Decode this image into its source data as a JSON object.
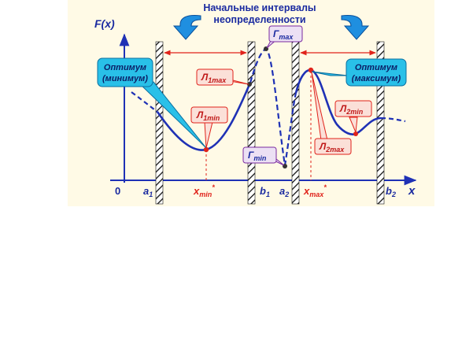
{
  "header": {
    "line1": "Начальные интервалы",
    "line2": "неопределенности"
  },
  "axes": {
    "y_label": "F(x)",
    "x_label": "x",
    "origin": "0"
  },
  "tick_labels": {
    "a1": {
      "main": "a",
      "sub": "1"
    },
    "b1": {
      "main": "b",
      "sub": "1"
    },
    "a2": {
      "main": "a",
      "sub": "2"
    },
    "b2": {
      "main": "b",
      "sub": "2"
    },
    "xmin": {
      "main": "x",
      "sub": "min",
      "sup": "*"
    },
    "xmax": {
      "main": "x",
      "sub": "max",
      "sup": "*"
    }
  },
  "callouts": {
    "opt_min": {
      "line1": "Оптимум",
      "line2": "(минимум)"
    },
    "opt_max": {
      "line1": "Оптимум",
      "line2": "(максимум)"
    },
    "l1max": {
      "main": "Л",
      "sub": "1max"
    },
    "l1min": {
      "main": "Л",
      "sub": "1min"
    },
    "l2max": {
      "main": "Л",
      "sub": "2max"
    },
    "l2min": {
      "main": "Л",
      "sub": "2min"
    },
    "gmax": {
      "main": "Г",
      "sub": "max"
    },
    "gmin": {
      "main": "Г",
      "sub": "min"
    }
  },
  "colors": {
    "background": "#fffae6",
    "curve": "#1f31b5",
    "accent": "#e0231b",
    "axis_text": "#1a2aa0",
    "callout_blue": "#29c0e8",
    "callout_red_fill": "#fbe0d8",
    "callout_purple_fill": "#ece0f4",
    "callout_purple_stroke": "#7a2aa0",
    "arrow_blue": "#1f8fe0"
  }
}
